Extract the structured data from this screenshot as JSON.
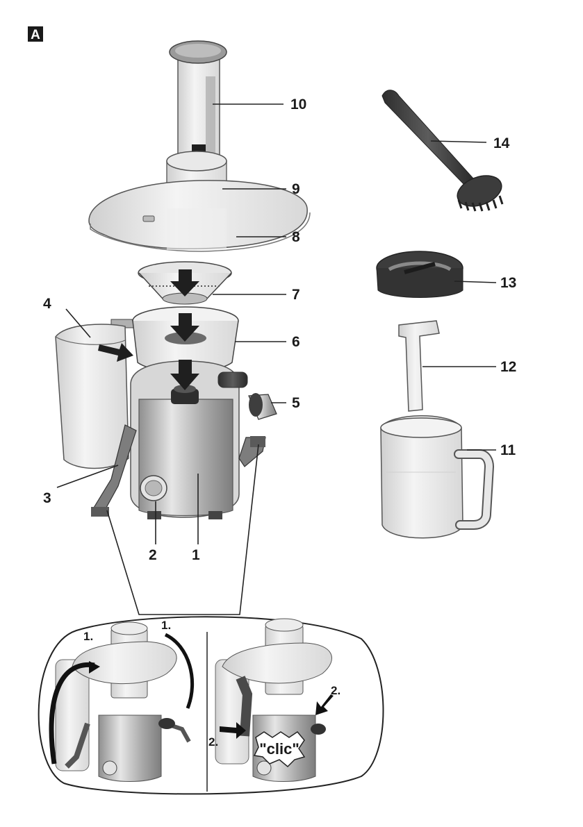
{
  "figure": {
    "marker": "A",
    "callouts": {
      "c1": "1",
      "c2": "2",
      "c3": "3",
      "c4": "4",
      "c5": "5",
      "c6": "6",
      "c7": "7",
      "c8": "8",
      "c9": "9",
      "c10": "10",
      "c11": "11",
      "c12": "12",
      "c13": "13",
      "c14": "14"
    },
    "inset_left": {
      "step_a": "1.",
      "step_b": "1."
    },
    "inset_right": {
      "step_a": "2.",
      "step_b": "2.",
      "sound": "\"clic\""
    }
  },
  "colors": {
    "dark": "#3a3a3a",
    "mid": "#8c8c8c",
    "light": "#d4d4d4",
    "steel": "#b9b9b9"
  }
}
